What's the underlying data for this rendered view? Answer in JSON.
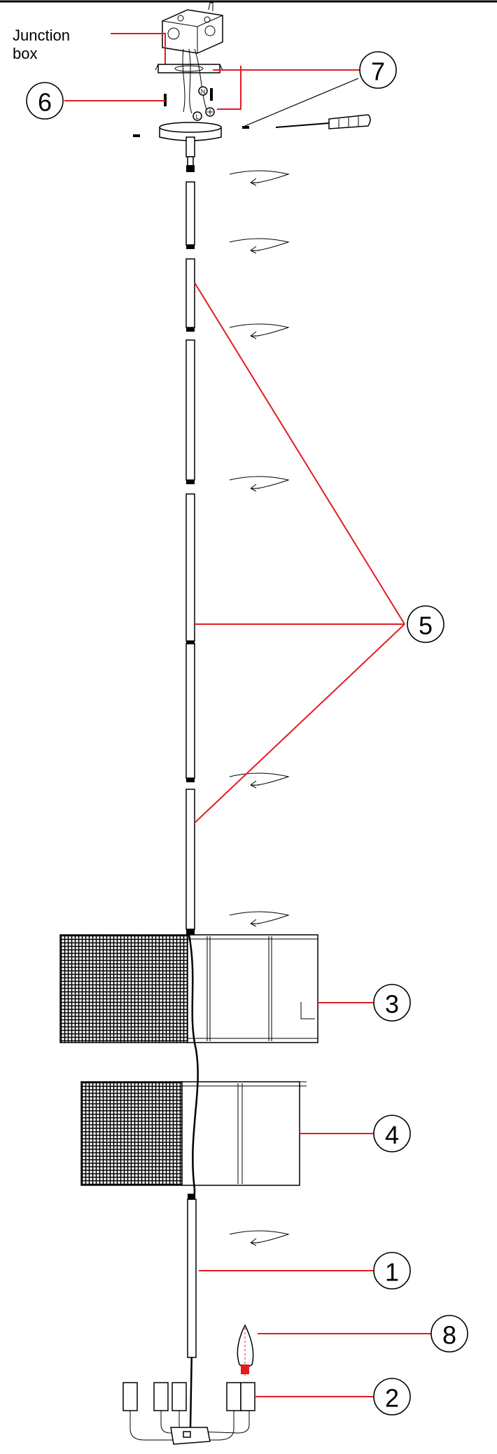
{
  "labels": {
    "junction_box": "Junction\nbox"
  },
  "callouts": [
    {
      "id": "callout-6",
      "number": "6"
    },
    {
      "id": "callout-7",
      "number": "7"
    },
    {
      "id": "callout-5",
      "number": "5"
    },
    {
      "id": "callout-3",
      "number": "3"
    },
    {
      "id": "callout-4",
      "number": "4"
    },
    {
      "id": "callout-1",
      "number": "1"
    },
    {
      "id": "callout-8",
      "number": "8"
    },
    {
      "id": "callout-2",
      "number": "2"
    }
  ],
  "colors": {
    "leader": "#e31b23",
    "line": "#000000",
    "background": "#ffffff"
  }
}
